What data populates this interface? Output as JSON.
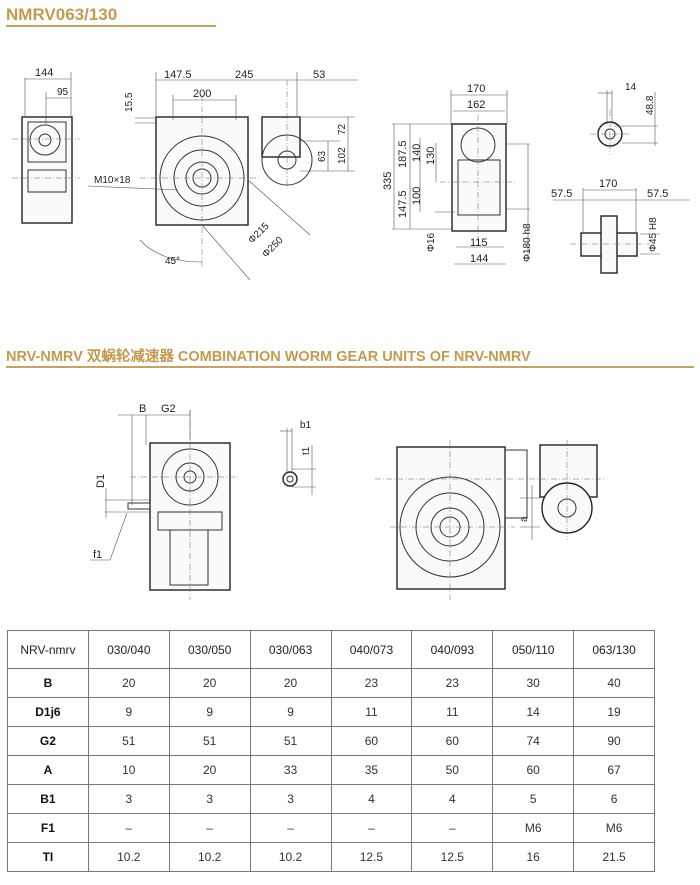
{
  "title": "NMRV063/130",
  "section_heading": "NRV-NMRV 双蜗轮减速器 COMBINATION WORM GEAR UNITS OF NRV-NMRV",
  "colors": {
    "accent": "#c49a4e",
    "line": "#333333"
  },
  "drawing_top": {
    "side_view": {
      "dim_width": "144",
      "dim_inner": "95"
    },
    "front_view": {
      "dim_left": "147.5",
      "dim_mid": "245",
      "dim_right": "53",
      "dim_bolt": "200",
      "dim_top": "15.5",
      "thread": "M10×18",
      "angle": "45°",
      "dia_inner": "Φ215",
      "dia_outer": "Φ250",
      "dim_72": "72",
      "dim_63": "63",
      "dim_102": "102"
    },
    "end_view": {
      "dim_170": "170",
      "dim_162": "162",
      "dim_335": "335",
      "dim_187": "187.5",
      "dim_140": "140",
      "dim_130": "130",
      "dim_147": "147.5",
      "dim_100": "100",
      "dia_16": "Φ16",
      "dim_115": "115",
      "dim_144": "144",
      "dia_180": "Φ180 h8"
    },
    "shaft_key": {
      "dim_14": "14",
      "dim_48": "48.8"
    },
    "hollow_shaft": {
      "dim_170": "170",
      "dim_left": "57.5",
      "dim_right": "57.5",
      "dia_45": "Φ45 H8"
    }
  },
  "drawing_bottom": {
    "label_B": "B",
    "label_G2": "G2",
    "label_D1": "D1",
    "label_f1": "f1",
    "label_b1": "b1",
    "label_t1": "t1",
    "label_a": "a"
  },
  "table": {
    "header": [
      "NRV-nmrv",
      "030/040",
      "030/050",
      "030/063",
      "040/073",
      "040/093",
      "050/110",
      "063/130"
    ],
    "rows": [
      [
        "B",
        "20",
        "20",
        "20",
        "23",
        "23",
        "30",
        "40"
      ],
      [
        "D1j6",
        "9",
        "9",
        "9",
        "11",
        "11",
        "14",
        "19"
      ],
      [
        "G2",
        "51",
        "51",
        "51",
        "60",
        "60",
        "74",
        "90"
      ],
      [
        "A",
        "10",
        "20",
        "33",
        "35",
        "50",
        "60",
        "67"
      ],
      [
        "B1",
        "3",
        "3",
        "3",
        "4",
        "4",
        "5",
        "6"
      ],
      [
        "F1",
        "–",
        "–",
        "–",
        "–",
        "–",
        "M6",
        "M6"
      ],
      [
        "TI",
        "10.2",
        "10.2",
        "10.2",
        "12.5",
        "12.5",
        "16",
        "21.5"
      ]
    ]
  }
}
